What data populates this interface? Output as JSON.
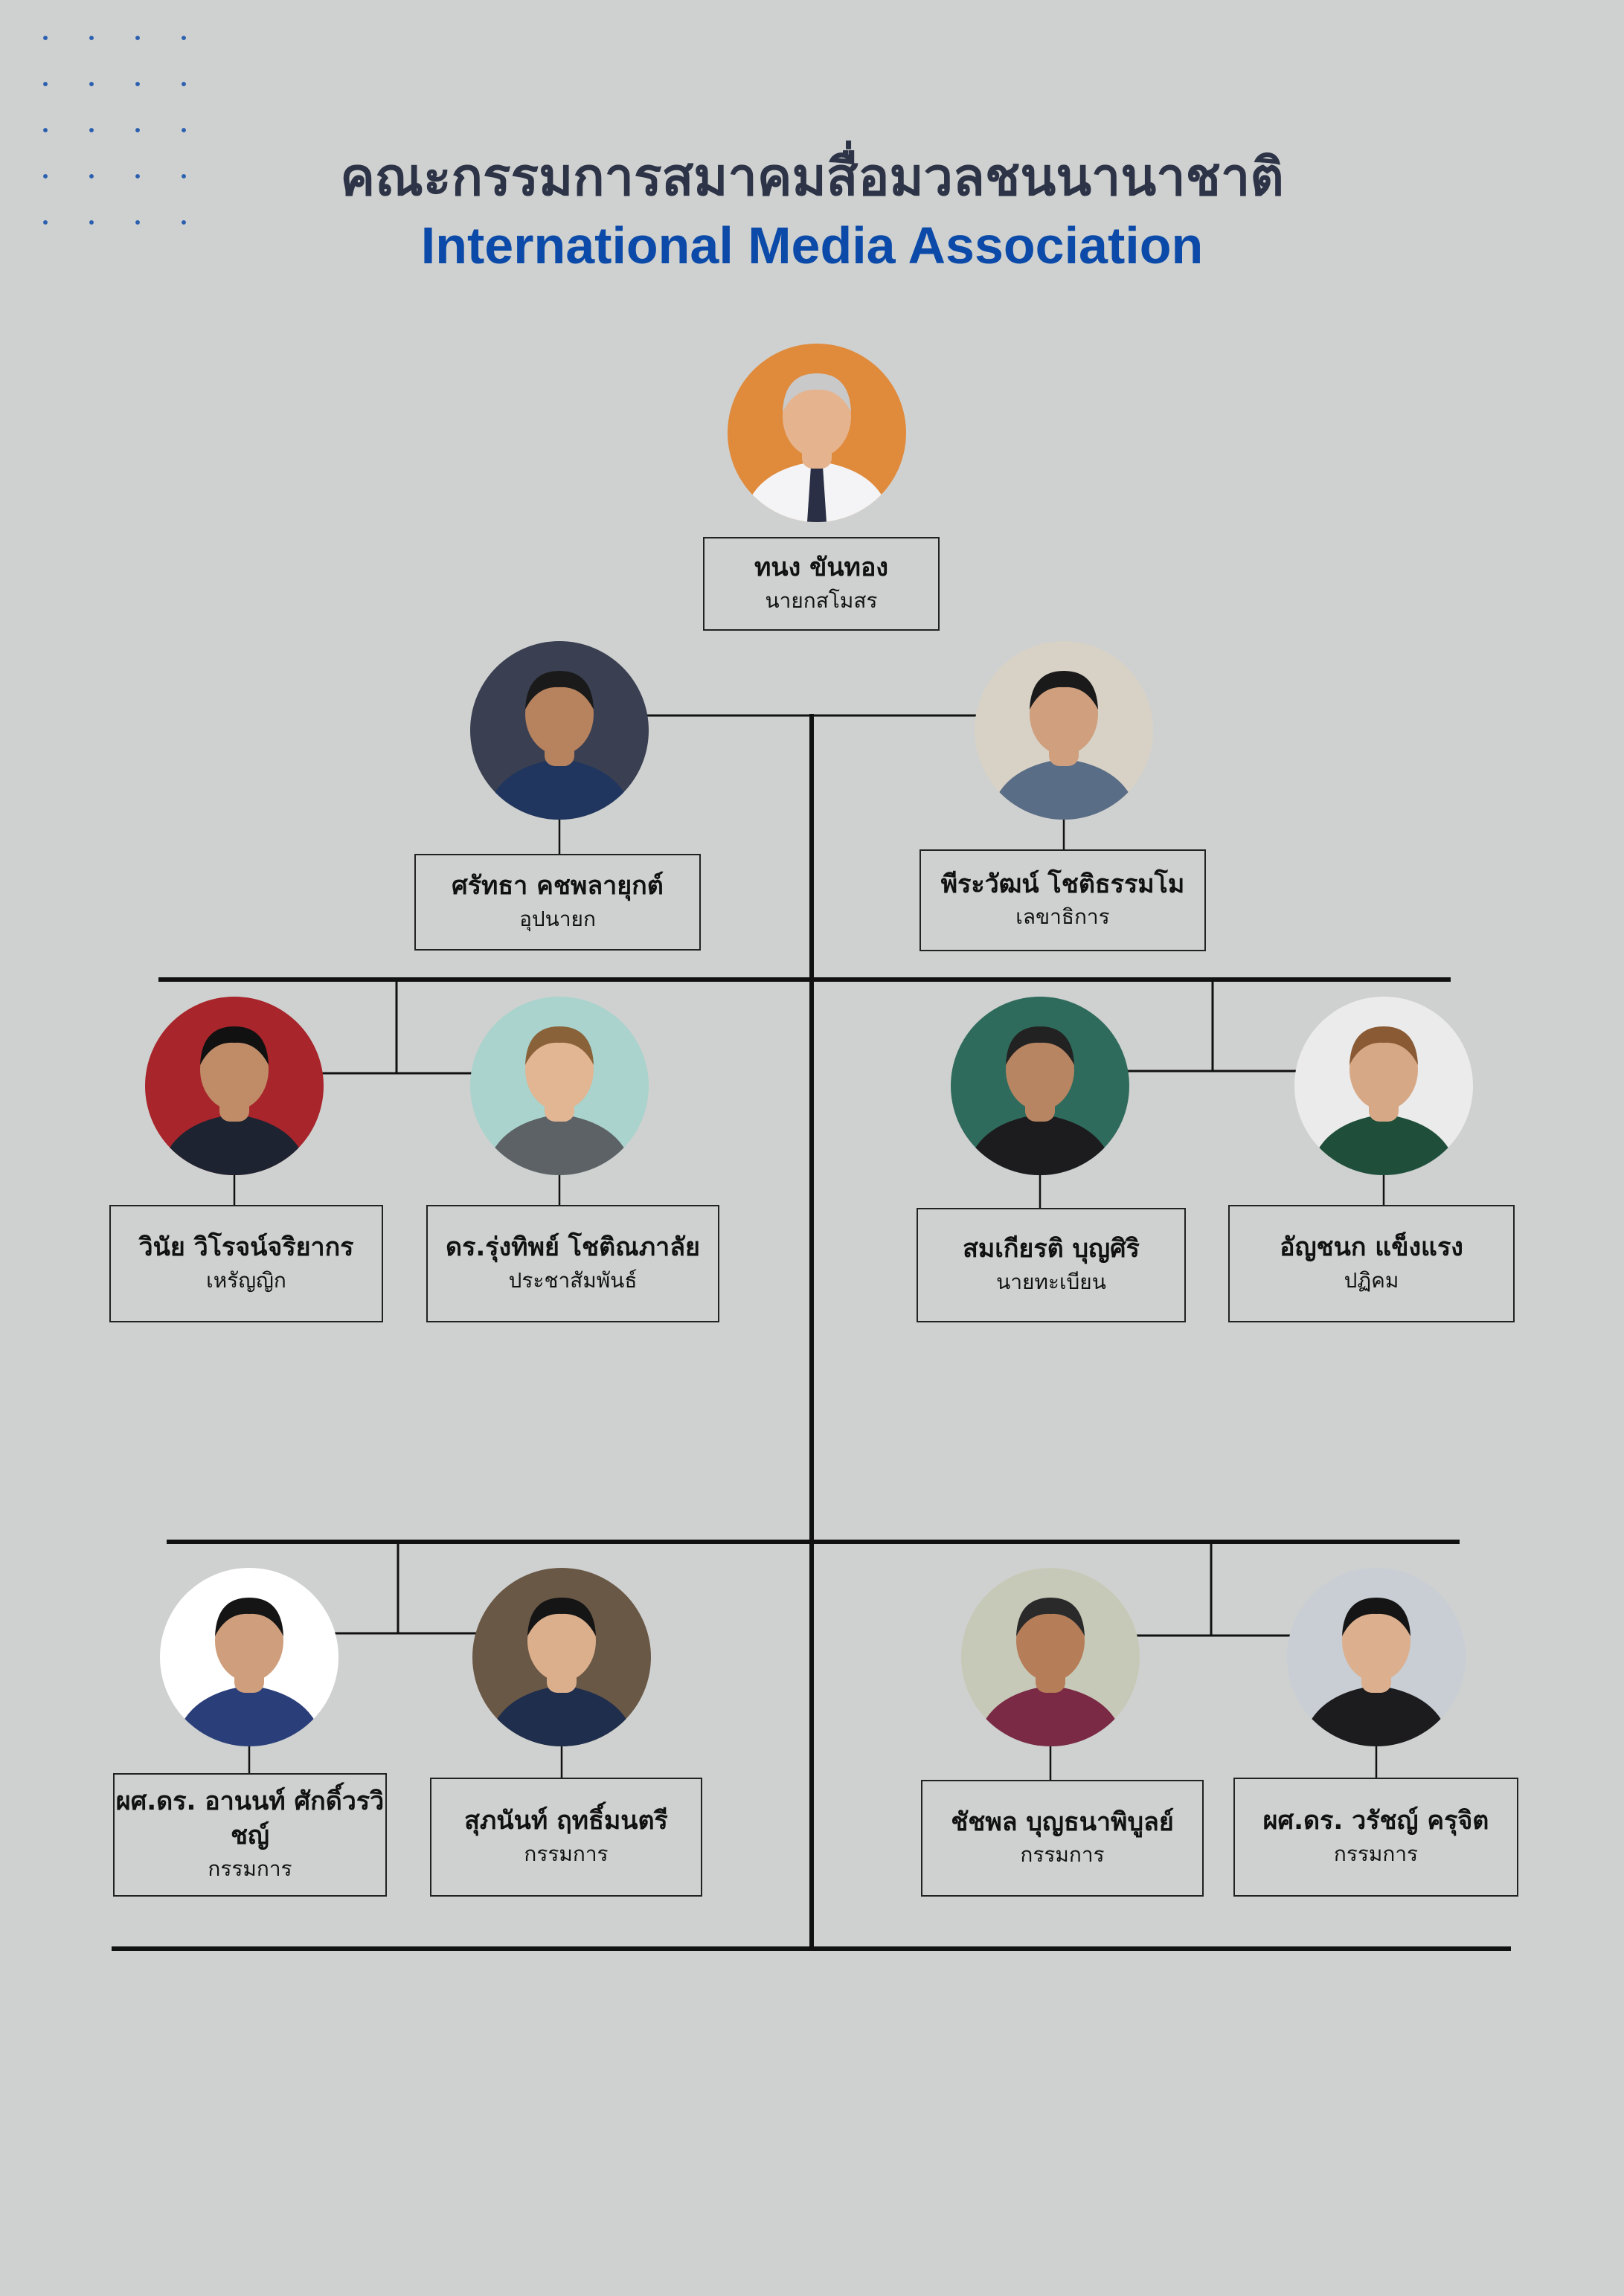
{
  "header": {
    "title_th": "คณะกรรมการสมาคมสื่อมวลชนนานาชาติ",
    "title_en": "International Media Association"
  },
  "members": [
    {
      "name": "ทนง ขันทอง",
      "role": "นายกสโมสร",
      "photo": {
        "bg": "#e08a3c",
        "shirt": "#f4f4f6",
        "skin": "#e5b48e",
        "hair": "#c9c9c9",
        "tie": "#2a2f45"
      }
    },
    {
      "name": "ศรัทธา คชพลายุกต์",
      "role": "อุปนายก",
      "photo": {
        "bg": "#3a4052",
        "shirt": "#20365e",
        "skin": "#b7825e",
        "hair": "#1a1a1a"
      }
    },
    {
      "name": "พีระวัฒน์ โชติธรรมโม",
      "role": "เลขาธิการ",
      "photo": {
        "bg": "#d8d2c6",
        "shirt": "#5a6d86",
        "skin": "#cf9f7e",
        "hair": "#1a1a1a"
      }
    },
    {
      "name": "วินัย วิโรจน์จริยากร",
      "role": "เหรัญญิก",
      "photo": {
        "bg": "#a8252b",
        "shirt": "#1e2331",
        "skin": "#c08c67",
        "hair": "#111111"
      }
    },
    {
      "name": "ดร.รุ่งทิพย์ โชติณภาลัย",
      "role": "ประชาสัมพันธ์",
      "photo": {
        "bg": "#a9d3cc",
        "shirt": "#5c6266",
        "skin": "#e2b593",
        "hair": "#8a6239"
      }
    },
    {
      "name": "สมเกียรติ บุญศิริ",
      "role": "นายทะเบียน",
      "photo": {
        "bg": "#2f6b5c",
        "shirt": "#1c1c1f",
        "skin": "#b88562",
        "hair": "#222222"
      }
    },
    {
      "name": "อัญชนก แข็งแรง",
      "role": "ปฏิคม",
      "photo": {
        "bg": "#ebebeb",
        "shirt": "#1f4f3a",
        "skin": "#d7a886",
        "hair": "#8a5a34"
      }
    },
    {
      "name": "ผศ.ดร. อานนท์ ศักดิ์วรวิชญ์",
      "role": "กรรมการ",
      "photo": {
        "bg": "#ffffff",
        "shirt": "#2a3f7a",
        "skin": "#cf9e7c",
        "hair": "#151515"
      }
    },
    {
      "name": "สุภนันท์ ฤทธิ์มนตรี",
      "role": "กรรมการ",
      "photo": {
        "bg": "#6a5846",
        "shirt": "#1f2e4d",
        "skin": "#dcaf8c",
        "hair": "#151515"
      }
    },
    {
      "name": "ชัชพล บุญธนาพิบูลย์",
      "role": "กรรมการ",
      "photo": {
        "bg": "#c7c9b8",
        "shirt": "#7a2a45",
        "skin": "#b57d58",
        "hair": "#2a2a2a"
      }
    },
    {
      "name": "ผศ.ดร. วรัชญ์ ครุจิต",
      "role": "กรรมการ",
      "photo": {
        "bg": "#c8ced4",
        "shirt": "#1c1c1f",
        "skin": "#dcb08e",
        "hair": "#151515"
      }
    }
  ],
  "colors": {
    "line": "#111111",
    "title_en": "#0b4aa8",
    "title_th": "#2e3447"
  }
}
